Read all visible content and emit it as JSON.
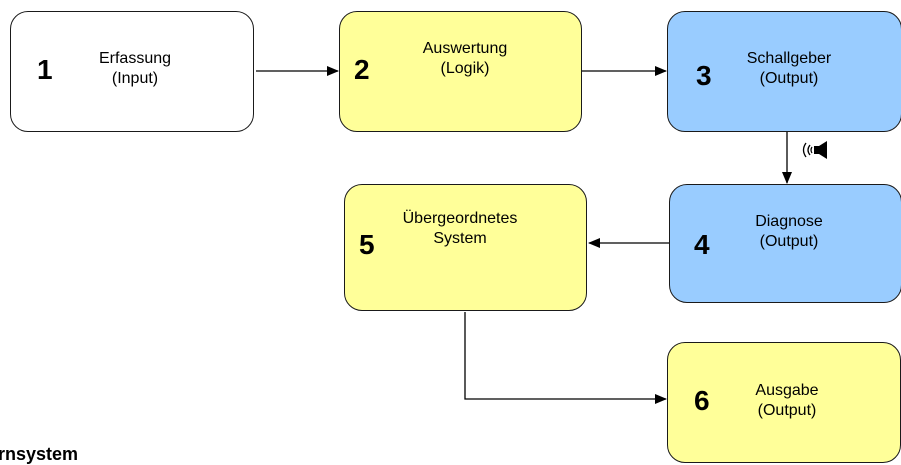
{
  "colors": {
    "white": "#ffffff",
    "yellow": "#ffff99",
    "blue": "#99ccff",
    "stroke": "#1a1a1a"
  },
  "boxes": [
    {
      "number": "1",
      "title": "Erfassung",
      "subtitle": "(Input)",
      "color": "white"
    },
    {
      "number": "2",
      "title": "Auswertung",
      "subtitle": "(Logik)",
      "color": "yellow"
    },
    {
      "number": "3",
      "title": "Schallgeber",
      "subtitle": "(Output)",
      "color": "blue"
    },
    {
      "number": "4",
      "title": "Diagnose",
      "subtitle": "(Output)",
      "color": "blue"
    },
    {
      "number": "5",
      "title": "Übergeordnetes",
      "subtitle": "System",
      "color": "yellow"
    },
    {
      "number": "6",
      "title": "Ausgabe",
      "subtitle": "(Output)",
      "color": "yellow"
    }
  ],
  "icons": {
    "speaker": "speaker-sound-icon"
  },
  "caption": "rnsystem"
}
